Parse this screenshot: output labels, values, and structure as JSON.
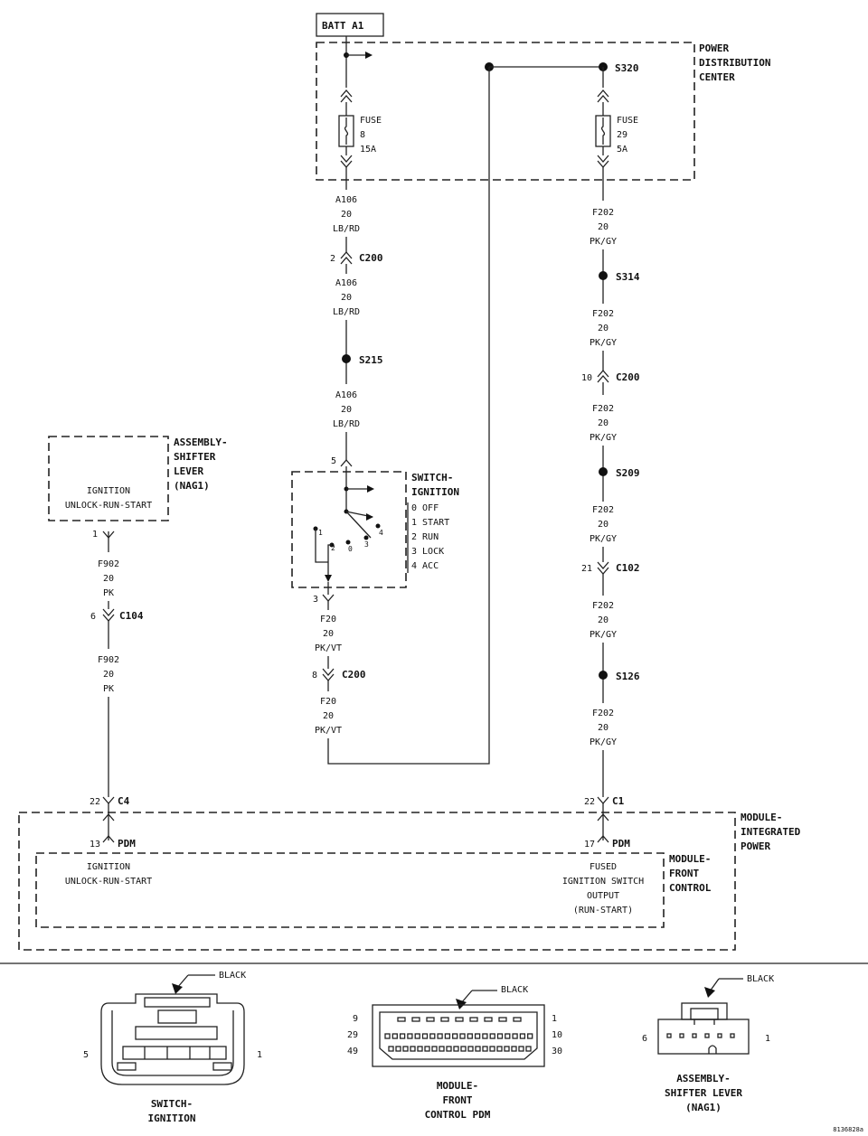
{
  "labels": {
    "batt": "BATT A1",
    "pdc": [
      "POWER",
      "DISTRIBUTION",
      "CENTER"
    ],
    "fuse8": [
      "FUSE",
      "8",
      "15A"
    ],
    "fuse29": [
      "FUSE",
      "29",
      "5A"
    ],
    "s320": "S320",
    "s314": "S314",
    "s215": "S215",
    "s209": "S209",
    "s126": "S126",
    "c200": "C200",
    "c102": "C102",
    "c104": "C104",
    "c4": "C4",
    "c1": "C1",
    "pdm": "PDM",
    "wire_a106": [
      "A106",
      "20",
      "LB/RD"
    ],
    "wire_f202": [
      "F202",
      "20",
      "PK/GY"
    ],
    "wire_f902": [
      "F902",
      "20",
      "PK"
    ],
    "wire_f20": [
      "F20",
      "20",
      "PK/VT"
    ],
    "pin_c200_left": "2",
    "pin_c200_right": "10",
    "pin_c200_f20": "8",
    "pin_c102": "21",
    "pin_c104": "6",
    "pin_shifter": "1",
    "pin_switch_in": "5",
    "pin_switch_out": "3",
    "pin_c4": "22",
    "pin_c1": "22",
    "pin_pdm_left": "13",
    "pin_pdm_right": "17",
    "shifter_title": [
      "ASSEMBLY-",
      "SHIFTER",
      "LEVER",
      "(NAG1)"
    ],
    "shifter_text": [
      "IGNITION",
      "UNLOCK-RUN-START"
    ],
    "switch_title": [
      "SWITCH-",
      "IGNITION"
    ],
    "switch_positions": [
      "0 OFF",
      "1 START",
      "2 RUN",
      "3 LOCK",
      "4 ACC"
    ],
    "switch_contacts": [
      "1",
      "2",
      "0",
      "3",
      "4"
    ],
    "mip_title": [
      "MODULE-",
      "INTEGRATED",
      "POWER"
    ],
    "mfc_title": [
      "MODULE-",
      "FRONT",
      "CONTROL"
    ],
    "mfc_left": [
      "IGNITION",
      "UNLOCK-RUN-START"
    ],
    "mfc_right": [
      "FUSED",
      "IGNITION SWITCH",
      "OUTPUT",
      "(RUN-START)"
    ],
    "conn_color": "BLACK",
    "conn_switch": {
      "pin_left": "5",
      "pin_right": "1",
      "name": [
        "SWITCH-",
        "IGNITION"
      ]
    },
    "conn_pdm": {
      "pins_left": [
        "9",
        "29",
        "49"
      ],
      "pins_right": [
        "1",
        "10",
        "30"
      ],
      "name": [
        "MODULE-",
        "FRONT",
        "CONTROL PDM"
      ]
    },
    "conn_shifter": {
      "pin_left": "6",
      "pin_right": "1",
      "name": [
        "ASSEMBLY-",
        "SHIFTER LEVER",
        "(NAG1)"
      ]
    },
    "figure_id": "8136828a"
  }
}
